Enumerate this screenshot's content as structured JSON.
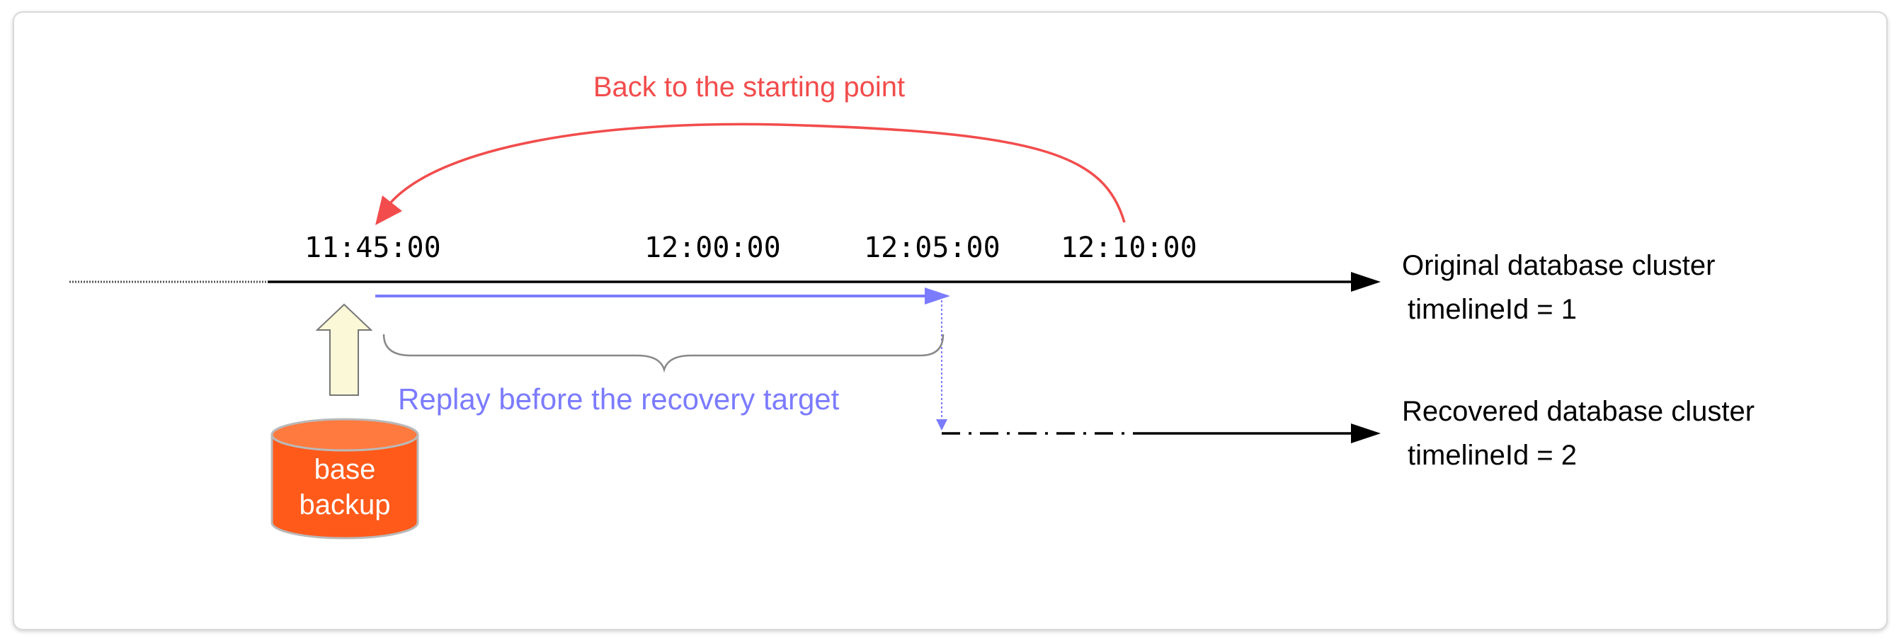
{
  "annotation": {
    "back_to_start": "Back to the starting point",
    "replay_label": "Replay before the recovery target"
  },
  "time_labels": [
    "11:45:00",
    "12:00:00",
    "12:05:00",
    "12:10:00"
  ],
  "timeline_original": {
    "line1": "Original database cluster",
    "line2": "timelineId = 1"
  },
  "timeline_recovered": {
    "line1": "Recovered database cluster",
    "line2": "timelineId = 2"
  },
  "base_backup": {
    "line1": "base",
    "line2": "backup"
  },
  "colors": {
    "back_arrow": "#f24c4c",
    "replay": "#7b7bff",
    "timeline": "#000000",
    "cylinder": "#ff5a1a",
    "up_arrow_fill": "#fbf8d7"
  }
}
